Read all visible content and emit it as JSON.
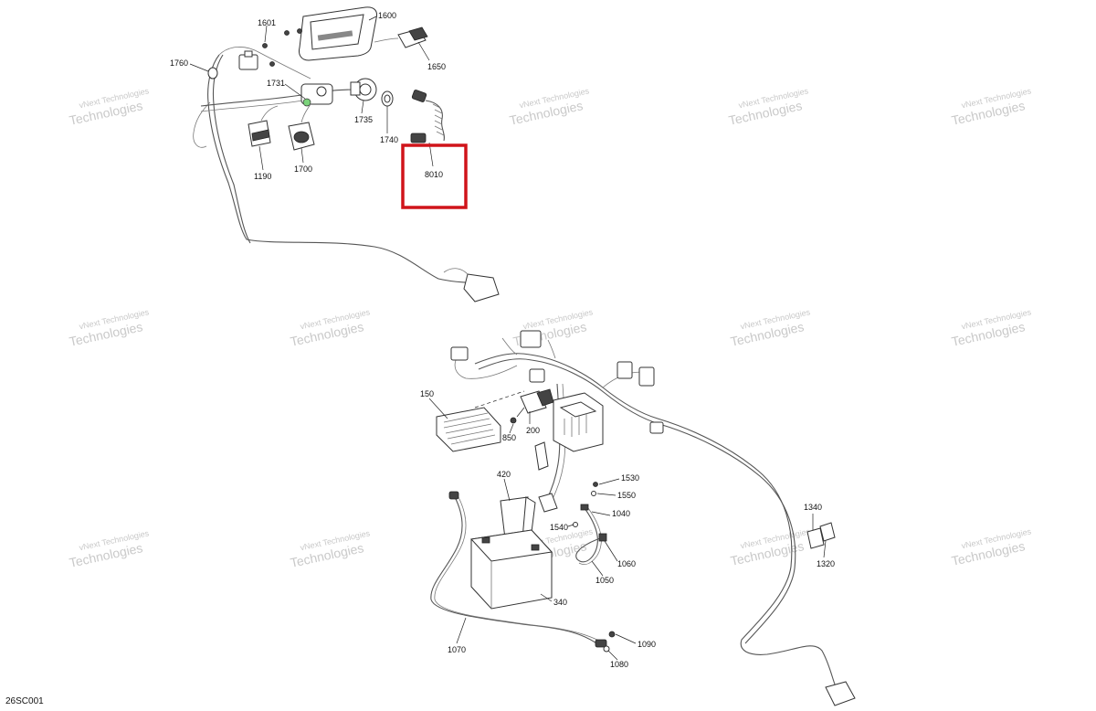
{
  "figure_id": "26SC001",
  "watermark": {
    "line1": "vNext Technologies",
    "line2": "Technologies"
  },
  "highlight": {
    "part": "8010",
    "color": "#d0141a"
  },
  "callouts": [
    {
      "id": "c1600",
      "text": "1600"
    },
    {
      "id": "c1601",
      "text": "1601"
    },
    {
      "id": "c1650",
      "text": "1650"
    },
    {
      "id": "c1760",
      "text": "1760"
    },
    {
      "id": "c1731",
      "text": "1731"
    },
    {
      "id": "c1735",
      "text": "1735"
    },
    {
      "id": "c1740",
      "text": "1740"
    },
    {
      "id": "c1190",
      "text": "1190"
    },
    {
      "id": "c1700",
      "text": "1700"
    },
    {
      "id": "c8010",
      "text": "8010"
    },
    {
      "id": "c150",
      "text": "150"
    },
    {
      "id": "c200",
      "text": "200"
    },
    {
      "id": "c850",
      "text": "850"
    },
    {
      "id": "c420",
      "text": "420"
    },
    {
      "id": "c1530",
      "text": "1530"
    },
    {
      "id": "c1550",
      "text": "1550"
    },
    {
      "id": "c1540",
      "text": "1540"
    },
    {
      "id": "c1040",
      "text": "1040"
    },
    {
      "id": "c1060",
      "text": "1060"
    },
    {
      "id": "c1050",
      "text": "1050"
    },
    {
      "id": "c340",
      "text": "340"
    },
    {
      "id": "c1070",
      "text": "1070"
    },
    {
      "id": "c1090",
      "text": "1090"
    },
    {
      "id": "c1080",
      "text": "1080"
    },
    {
      "id": "c1340",
      "text": "1340"
    },
    {
      "id": "c1320",
      "text": "1320"
    }
  ]
}
